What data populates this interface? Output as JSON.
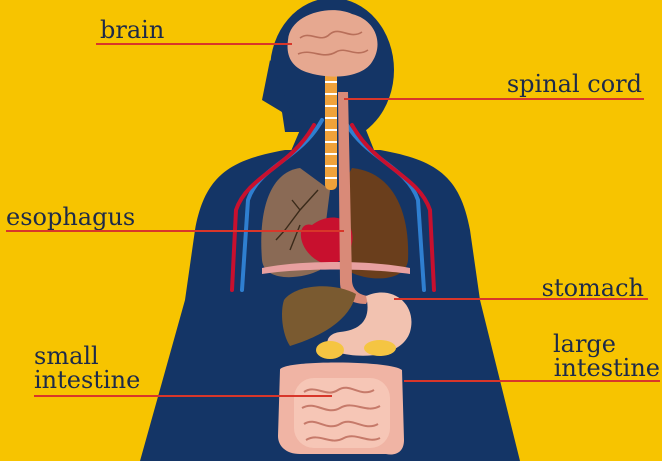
{
  "colors": {
    "background": "#f7c400",
    "body": "#143566",
    "label_text": "#1d2a4a",
    "leader_line": "#d8362a",
    "brain": "#e6a890",
    "spine": "#f0a23a",
    "esophagus": "#d98a78",
    "heart": "#c8102e",
    "lung_left": "#8a6a55",
    "lung_right": "#6a3e1c",
    "liver": "#7a5a30",
    "stomach": "#f2c2b0",
    "intestine": "#f0b4a4",
    "vein_blue": "#2f7fd0",
    "artery_red": "#c8102e"
  },
  "labels": {
    "brain": "brain",
    "spinal_cord": "spinal cord",
    "esophagus": "esophagus",
    "stomach": "stomach",
    "small_intestine_1": "small",
    "small_intestine_2": "intestine",
    "large_intestine_1": "large",
    "large_intestine_2": "intestine"
  }
}
